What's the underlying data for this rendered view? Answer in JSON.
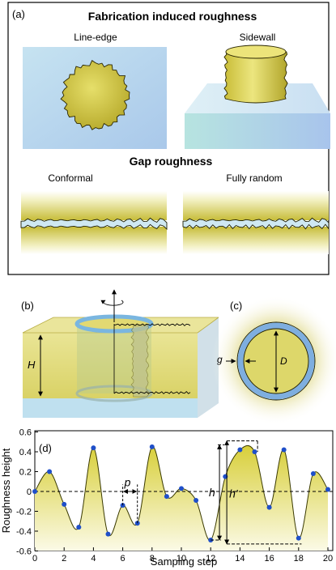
{
  "panel_a": {
    "label": "(a)",
    "title": "Fabrication induced roughness",
    "line_edge_label": "Line-edge",
    "sidewall_label": "Sidewall",
    "gap_title": "Gap roughness",
    "conformal_label": "Conformal",
    "random_label": "Fully random"
  },
  "panel_b": {
    "label": "(b)",
    "height_label": "H"
  },
  "panel_c": {
    "label": "(c)",
    "gap_label": "g",
    "diameter_label": "D"
  },
  "panel_d": {
    "label": "(d)",
    "p_label": "p",
    "h_label": "h",
    "h_prime_label": "h'",
    "y_ticks": [
      "0.6",
      "0.4",
      "0.2",
      "0",
      "-0.2",
      "-0.4",
      "-0.6"
    ],
    "x_ticks": [
      "0",
      "2",
      "4",
      "6",
      "8",
      "10",
      "12",
      "14",
      "16",
      "18",
      "20"
    ]
  },
  "chart_data": {
    "type": "line",
    "xlabel": "Sampling step",
    "ylabel": "Roughness height",
    "xlim": [
      0,
      20
    ],
    "ylim": [
      -0.6,
      0.6
    ],
    "x": [
      0,
      1,
      2,
      3,
      4,
      5,
      6,
      7,
      8,
      9,
      10,
      11,
      12,
      13,
      14,
      15,
      16,
      17,
      18,
      19,
      20
    ],
    "values": [
      0.0,
      0.2,
      -0.13,
      -0.36,
      0.44,
      -0.43,
      -0.14,
      -0.32,
      0.45,
      -0.05,
      0.03,
      -0.09,
      -0.49,
      0.15,
      0.42,
      0.4,
      -0.16,
      0.42,
      -0.47,
      0.18,
      0.02
    ],
    "line_color": "#3a3a00",
    "fill_color": "#d8cf3a",
    "marker_color": "#1f4fc9",
    "zero_line": "dashed"
  }
}
